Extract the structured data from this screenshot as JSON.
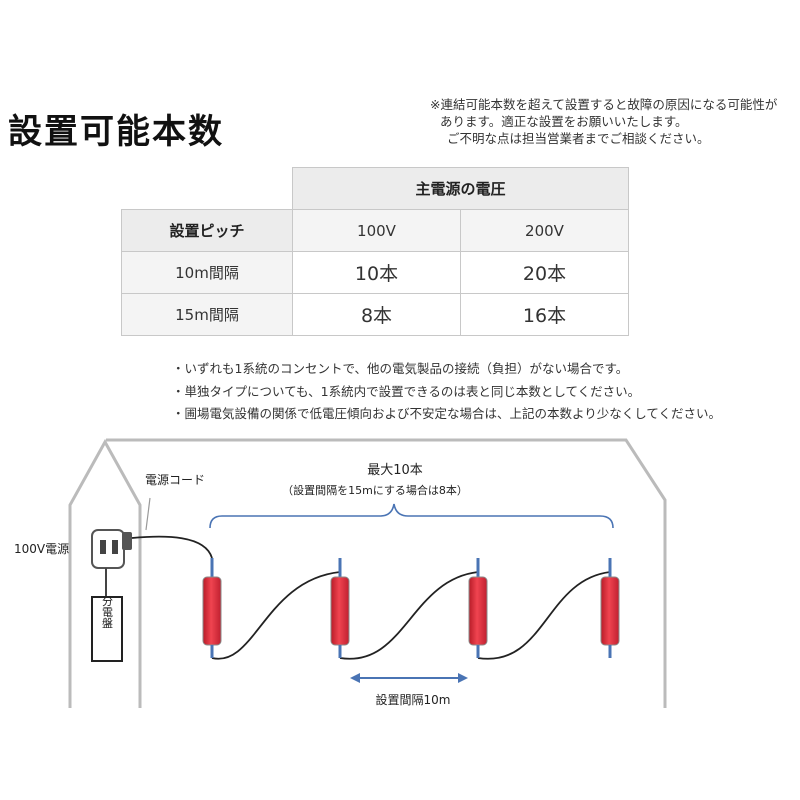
{
  "title": "設置可能本数",
  "notice": [
    "※連結可能本数を超えて設置すると故障の原因になる可能性が",
    "あります。適正な設置をお願いいたします。",
    "ご不明な点は担当営業者までご相談ください。"
  ],
  "table": {
    "group_header": "主電源の電圧",
    "pitch_header": "設置ピッチ",
    "columns": [
      "100V",
      "200V"
    ],
    "rows": [
      {
        "label": "10m間隔",
        "values": [
          "10本",
          "20本"
        ]
      },
      {
        "label": "15m間隔",
        "values": [
          "8本",
          "16本"
        ]
      }
    ]
  },
  "bullets": [
    "・いずれも1系統のコンセントで、他の電気製品の接続（負担）がない場合です。",
    "・単独タイプについても、1系統内で設置できるのは表と同じ本数としてください。",
    "・圃場電気設備の関係で低電圧傾向および不安定な場合は、上記の本数より少なくしてください。"
  ],
  "diagram": {
    "power_label": "100V電源",
    "cord_label": "電源コード",
    "panel_label": "分電盤",
    "max_label": "最大10本",
    "max_note": "（設置間隔を15mにする場合は8本）",
    "interval_label": "設置間隔10m",
    "colors": {
      "lamp": "#e8303c",
      "arrow": "#4a74b4",
      "house": "#bbbbbb",
      "cord": "#222222"
    }
  }
}
